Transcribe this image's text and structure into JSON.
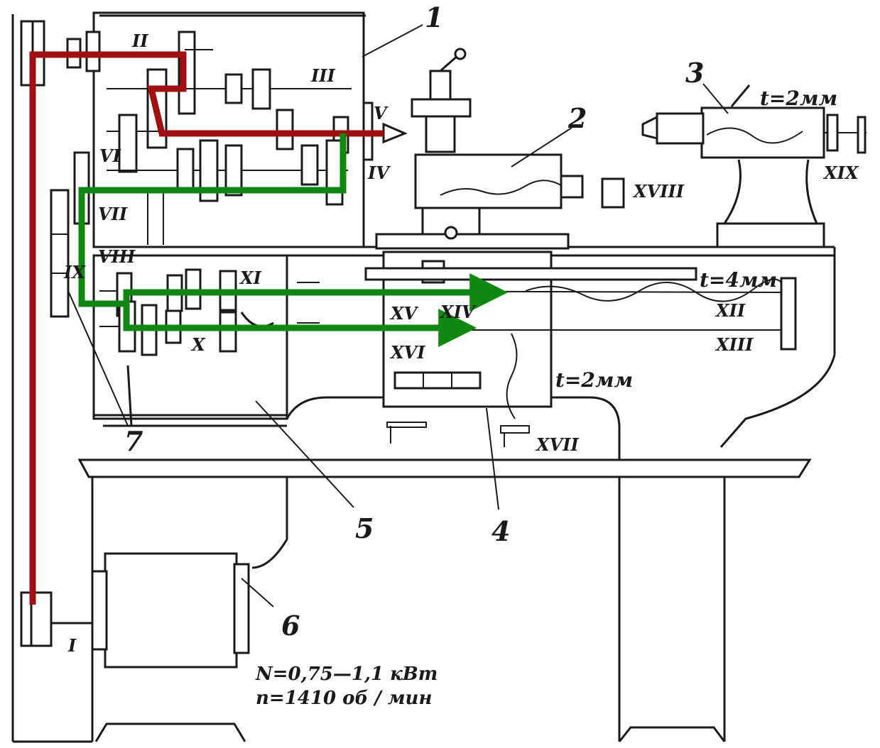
{
  "diagram": {
    "callouts": [
      "1",
      "2",
      "3",
      "4",
      "5",
      "6",
      "7"
    ],
    "shafts": [
      "I",
      "II",
      "III",
      "IV",
      "V",
      "VI",
      "VII",
      "VIII",
      "IX",
      "X",
      "XI",
      "XII",
      "XIII",
      "XIV",
      "XV",
      "XVI",
      "XVII",
      "XVIII",
      "XIX"
    ],
    "dimensions": {
      "tailstock": "t=2мм",
      "leadscrew": "t=4мм",
      "apron": "t=2мм"
    },
    "motor_specs": {
      "power": "N=0,75—1,1 кВт",
      "speed": "n=1410 об / мин"
    }
  },
  "colors": {
    "main_drive_path": "#a01010",
    "feed_path": "#118811",
    "ink": "#1a1a1a",
    "background": "#ffffff"
  }
}
